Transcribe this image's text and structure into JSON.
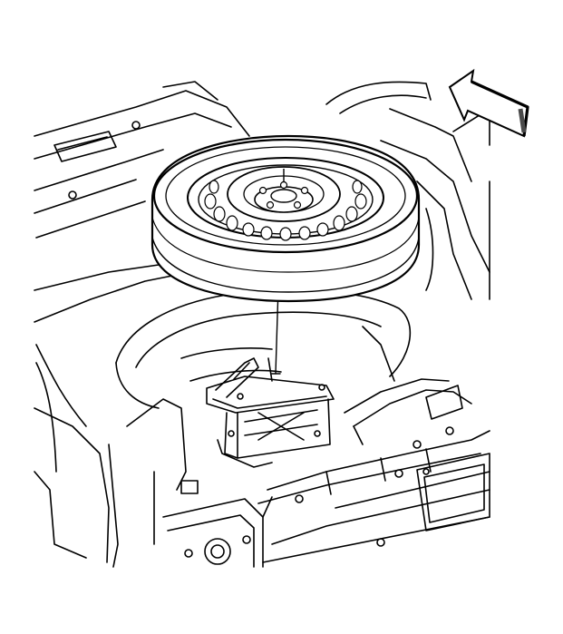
{
  "diagram": {
    "colors": {
      "line": "#000000",
      "background": "#ffffff",
      "arrow_shade": "#4a4a4a"
    },
    "parts": [
      {
        "id": "spare-tire",
        "icon": "tire-icon"
      },
      {
        "id": "wheel-hub",
        "icon": "hub-icon"
      },
      {
        "id": "retaining-bolt",
        "icon": "bolt-icon"
      },
      {
        "id": "jack-assembly",
        "icon": "jack-icon"
      },
      {
        "id": "spare-tire-well",
        "icon": "well-icon"
      },
      {
        "id": "rear-panel",
        "icon": "panel-icon"
      },
      {
        "id": "direction-arrow",
        "icon": "arrow-icon"
      }
    ]
  }
}
